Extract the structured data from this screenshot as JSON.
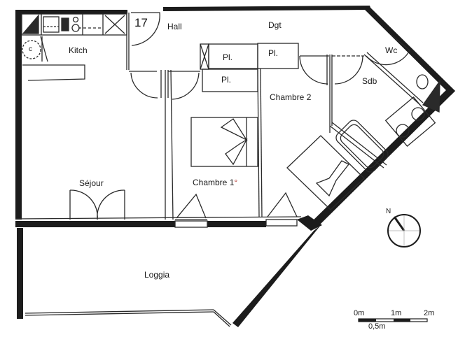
{
  "plan": {
    "unit_number": "17",
    "rooms": {
      "kitchen": "Kitch",
      "hall": "Hall",
      "dgt": "Dgt",
      "closet_1": "Pl.",
      "closet_2": "Pl.",
      "closet_3": "Pl.",
      "wc": "Wc",
      "bathroom": "Sdb",
      "bedroom_2": "Chambre 2",
      "living": "Séjour",
      "bedroom_1": "Chambre 1",
      "bedroom_1_mark": "°",
      "loggia": "Loggia"
    },
    "fixtures": {
      "boiler_label": "c"
    },
    "compass": {
      "north_label": "N"
    },
    "scale_bar": {
      "label_0": "0m",
      "label_1": "1m",
      "label_2": "2m",
      "label_half": "0,5m"
    },
    "colors": {
      "wall": "#1c1c1c",
      "line": "#2a2a2a",
      "accent_red": "#b0322a",
      "background": "#ffffff"
    }
  }
}
